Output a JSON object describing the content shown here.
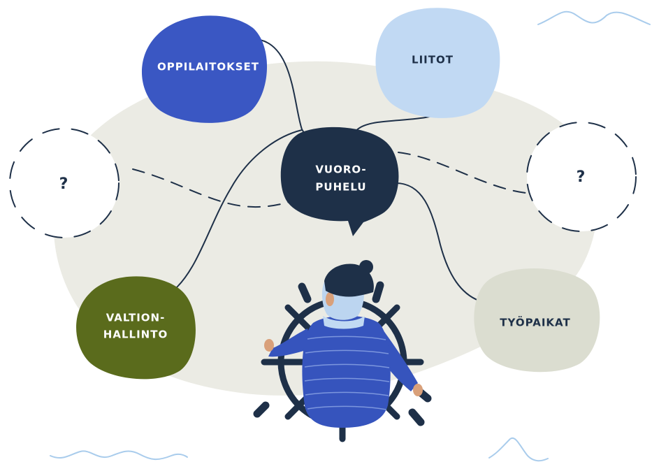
{
  "center": {
    "line1": "VUORO-",
    "line2": "PUHELU"
  },
  "nodes": {
    "oppilaitokset": "OPPILAITOKSET",
    "liitot": "LIITOT",
    "valtionhallinto": {
      "line1": "VALTION-",
      "line2": "HALLINTO"
    },
    "tyopaikat": "TYÖPAIKAT",
    "unknown_left": "?",
    "unknown_right": "?"
  },
  "colors": {
    "background_blob": "#ebebe4",
    "dark_navy": "#1e3048",
    "oppilaitokset": "#3a57c3",
    "liitot": "#c1d9f3",
    "valtionhallinto": "#5a6b1c",
    "tyopaikat": "#dbddd0",
    "wave": "#a9ccec",
    "sweater": "#3654bd"
  },
  "icons": [
    "ship-wheel-icon",
    "sailor-figure-icon",
    "wave-icon"
  ]
}
